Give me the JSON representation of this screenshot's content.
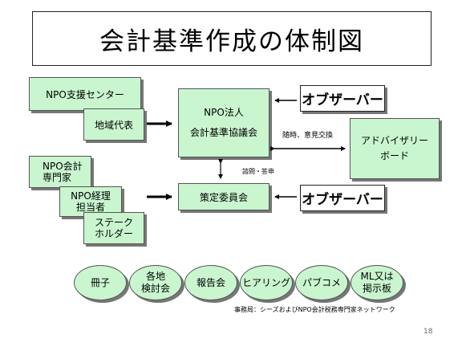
{
  "title": "会計基準作成の体制図",
  "left_boxes": {
    "npo_support_center": "NPO支援センター",
    "regional_rep": "地域代表",
    "npo_accounting_expert": [
      "NPO会計",
      "専門家"
    ],
    "npo_accounting_staff": [
      "NPO経理",
      "担当者"
    ],
    "stakeholder": [
      "ステーク",
      "ホルダー"
    ]
  },
  "center_boxes": {
    "npo_corp": [
      "NPO法人",
      "会計基準協議会"
    ],
    "drafting_committee": "策定委員会"
  },
  "observer_label": "オブザーバー",
  "advisory_board": [
    "アドバイザリー",
    "ボード"
  ],
  "labels": {
    "exchange": "随時、意見交換",
    "consult_reply": "諮問・答申"
  },
  "ovals": [
    [
      "冊子"
    ],
    [
      "各地",
      "検討会"
    ],
    [
      "報告会"
    ],
    [
      "ヒアリング"
    ],
    [
      "パブコメ"
    ],
    [
      "ML又は",
      "掲示板"
    ]
  ],
  "secretariat": "事務局：シーズおよびNPO会計税務専門家ネットワーク",
  "page_number": "18",
  "colors": {
    "box_fill": "#c9f6cf",
    "border": "#555555",
    "shadow": "#777777"
  }
}
